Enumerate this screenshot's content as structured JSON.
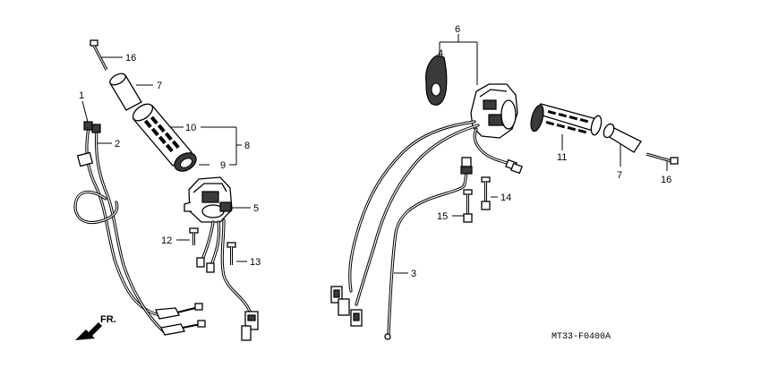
{
  "callouts": {
    "c1": "1",
    "c2": "2",
    "c3": "3",
    "c4": "4",
    "c5": "5",
    "c6": "6",
    "c7_left": "7",
    "c7_right": "7",
    "c8": "8",
    "c9": "9",
    "c10": "10",
    "c11": "11",
    "c12": "12",
    "c13": "13",
    "c14": "14",
    "c15": "15",
    "c16_left": "16",
    "c16_right": "16"
  },
  "front_label": "FR.",
  "diagram_code": "MT33-F0400A",
  "icons": {
    "front_arrow": "arrow-left-down-icon"
  }
}
